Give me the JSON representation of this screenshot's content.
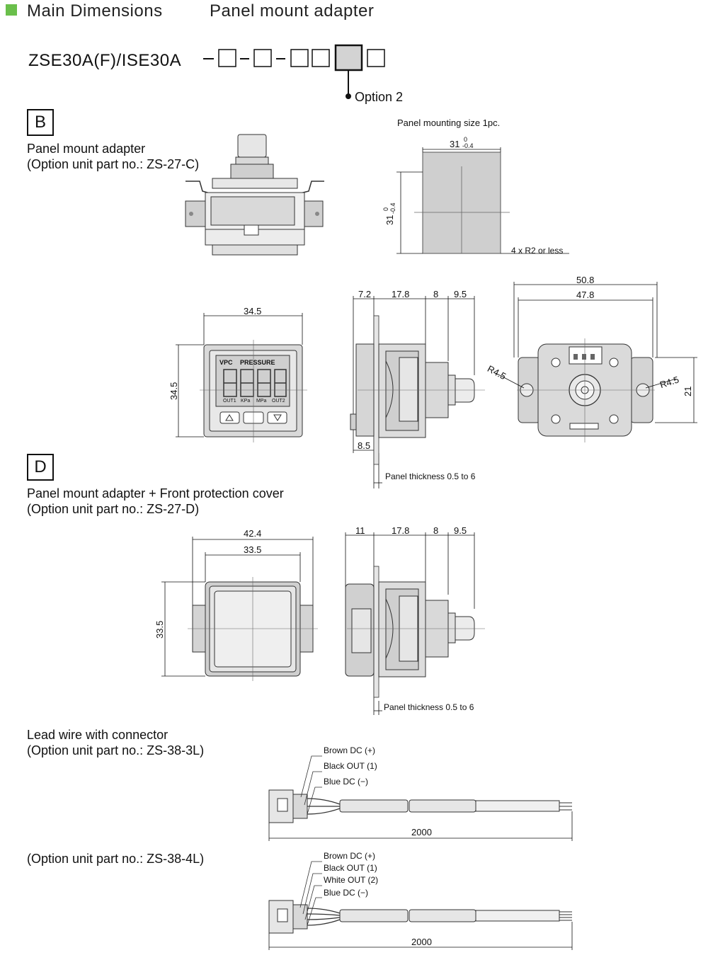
{
  "header": {
    "marker_color": "#6abf4b",
    "title_left": "Main Dimensions",
    "title_right": "Panel mount adapter"
  },
  "part_code": {
    "text": "ZSE30A(F)/ISE30A",
    "option_label": "Option 2"
  },
  "section_b": {
    "letter": "B",
    "title": "Panel mount adapter",
    "subtitle": "(Option unit part no.: ZS-27-C)",
    "panel_size_title": "Panel mounting size 1pc.",
    "cutout_width": "31",
    "cutout_width_tol_upper": "0",
    "cutout_width_tol_lower": "-0.4",
    "cutout_height": "31",
    "cutout_height_tol_upper": "0",
    "cutout_height_tol_lower": "-0.4",
    "corner_note": "4 x R2 or less",
    "front_width": "34.5",
    "front_height": "34.5",
    "display_brand": "VPC",
    "display_title": "PRESSURE",
    "display_labels": [
      "OUT1",
      "KPa",
      "MPa",
      "OUT2"
    ],
    "side_dims": [
      "7.2",
      "17.8",
      "8",
      "9.5"
    ],
    "side_bottom_dim": "8.5",
    "panel_thickness": "Panel thickness 0.5 to 6",
    "rear_width_outer": "50.8",
    "rear_width_inner": "47.8",
    "rear_radius_left": "R4.5",
    "rear_radius_right": "R4.5",
    "rear_height": "21"
  },
  "section_d": {
    "letter": "D",
    "title": "Panel mount adapter + Front protection cover",
    "subtitle": "(Option unit part no.: ZS-27-D)",
    "front_width_outer": "42.4",
    "front_width_inner": "33.5",
    "front_height": "33.5",
    "side_dims": [
      "11",
      "17.8",
      "8",
      "9.5"
    ],
    "panel_thickness": "Panel thickness 0.5 to 6"
  },
  "lead_wire": {
    "title": "Lead wire with connector",
    "subtitle_3l": "(Option unit part no.: ZS-38-3L)",
    "wires_3l": [
      "Brown DC (+)",
      "Black OUT (1)",
      "Blue DC (−)"
    ],
    "length_3l": "2000",
    "subtitle_4l": "(Option unit part no.: ZS-38-4L)",
    "wires_4l": [
      "Brown DC (+)",
      "Black OUT (1)",
      "White OUT (2)",
      "Blue DC (−)"
    ],
    "length_4l": "2000"
  }
}
